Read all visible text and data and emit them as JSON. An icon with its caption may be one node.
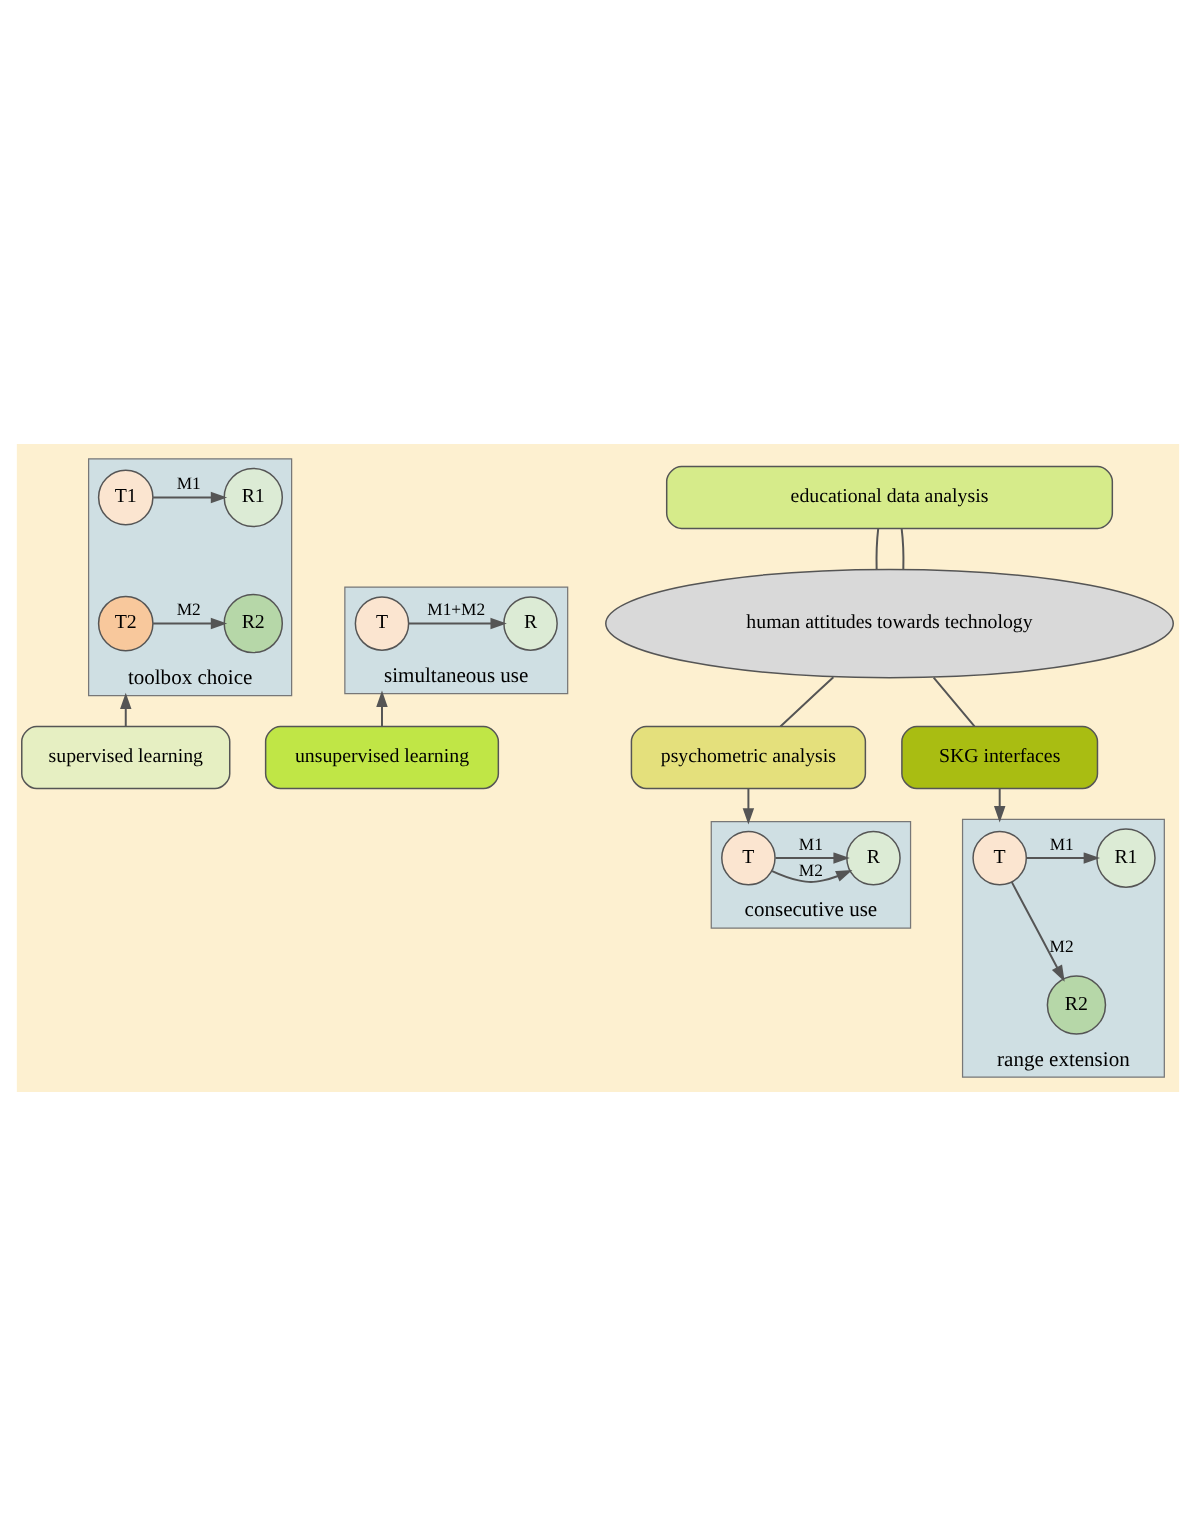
{
  "diagram": {
    "nodes": [
      {
        "text": [
          "toolbox choice"
        ]
      },
      {
        "text": [
          "T1"
        ],
        "in": 0
      },
      {
        "text": [
          "T2"
        ],
        "in": 0
      },
      {
        "text": [
          "R1"
        ],
        "in": 0
      },
      {
        "text": [
          "R2"
        ],
        "in": 0
      },
      {
        "text": [
          "simultaneous use"
        ]
      },
      {
        "text": [
          "T"
        ],
        "in": 5
      },
      {
        "text": [
          "R"
        ],
        "in": 5
      },
      {
        "text": [
          "supervised learning"
        ]
      },
      {
        "text": [
          "unsupervised learning"
        ]
      },
      {
        "text": [
          "educational data analysis"
        ]
      },
      {
        "text": [
          "human attitudes towards technology"
        ]
      },
      {
        "text": [
          "psychometric analysis"
        ]
      },
      {
        "text": [
          "SKG interfaces"
        ]
      },
      {
        "text": [
          "consecutive use"
        ]
      },
      {
        "text": [
          "T"
        ],
        "in": 14
      },
      {
        "text": [
          "R"
        ],
        "in": 14
      },
      {
        "text": [
          "range extension"
        ]
      },
      {
        "text": [
          "T"
        ],
        "in": 17
      },
      {
        "text": [
          "R1"
        ],
        "in": 17
      },
      {
        "text": [
          "R2"
        ],
        "in": 17
      }
    ],
    "edges": [
      {
        "from": 1,
        "to": 3,
        "arrow": "to",
        "label": "M1"
      },
      {
        "from": 2,
        "to": 4,
        "arrow": "to",
        "label": "M2"
      },
      {
        "from": 6,
        "to": 7,
        "arrow": "to",
        "label": "M1+M2"
      },
      {
        "from": 8,
        "to": 0,
        "arrow": "to"
      },
      {
        "from": 9,
        "to": 5,
        "arrow": "to"
      },
      {
        "from": 11,
        "to": 10,
        "arrow": "none"
      },
      {
        "from": 11,
        "to": 10,
        "arrow": "none"
      },
      {
        "from": 11,
        "to": 12,
        "arrow": "none"
      },
      {
        "from": 11,
        "to": 13,
        "arrow": "none"
      },
      {
        "from": 12,
        "to": 14,
        "arrow": "to"
      },
      {
        "from": 13,
        "to": 17,
        "arrow": "to"
      },
      {
        "from": 15,
        "to": 16,
        "arrow": "to",
        "label": "M1"
      },
      {
        "from": 15,
        "to": 16,
        "arrow": "to",
        "label": "M2"
      },
      {
        "from": 18,
        "to": 19,
        "arrow": "to",
        "label": "M1"
      },
      {
        "from": 18,
        "to": 20,
        "arrow": "to",
        "label": "M2"
      }
    ]
  }
}
